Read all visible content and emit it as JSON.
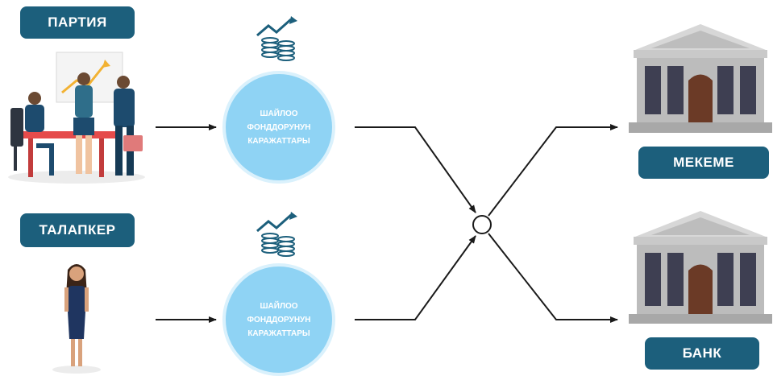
{
  "left_actors": {
    "party_label": "ПАРТИЯ",
    "candidate_label": "ТАЛАПКЕР"
  },
  "funds": {
    "top_text": "ШАЙЛОО ФОНДДОРУНУН КАРАЖАТТАРЫ",
    "bottom_text": "ШАЙЛОО ФОНДДОРУНУН КАРАЖАТТАРЫ"
  },
  "right_targets": {
    "institution_label": "МЕКЕМЕ",
    "bank_label": "БАНК"
  },
  "colors": {
    "label_bg": "#1c5f7c",
    "circle_fill": "#8fd3f4",
    "circle_ring": "#daf1fc",
    "arrow": "#1a1a1a",
    "building": "#bcbcbc",
    "money": "#1c5f7c"
  }
}
